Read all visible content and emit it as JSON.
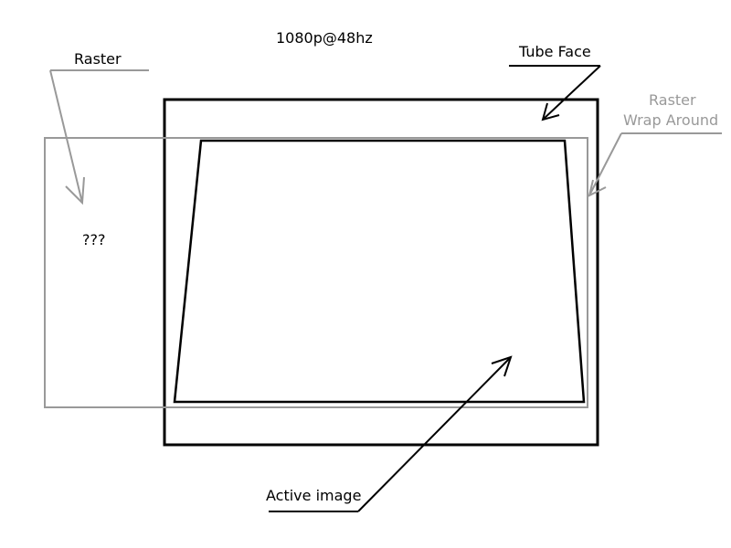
{
  "labels": {
    "title": "1080p@48hz",
    "tube_face": "Tube Face",
    "raster": "Raster",
    "raster_wrap_1": "Raster",
    "raster_wrap_2": "Wrap Around",
    "unknown": "???",
    "active_image": "Active image"
  },
  "colors": {
    "ink": "#000000",
    "raster_gray": "#999999",
    "background": "#ffffff"
  }
}
